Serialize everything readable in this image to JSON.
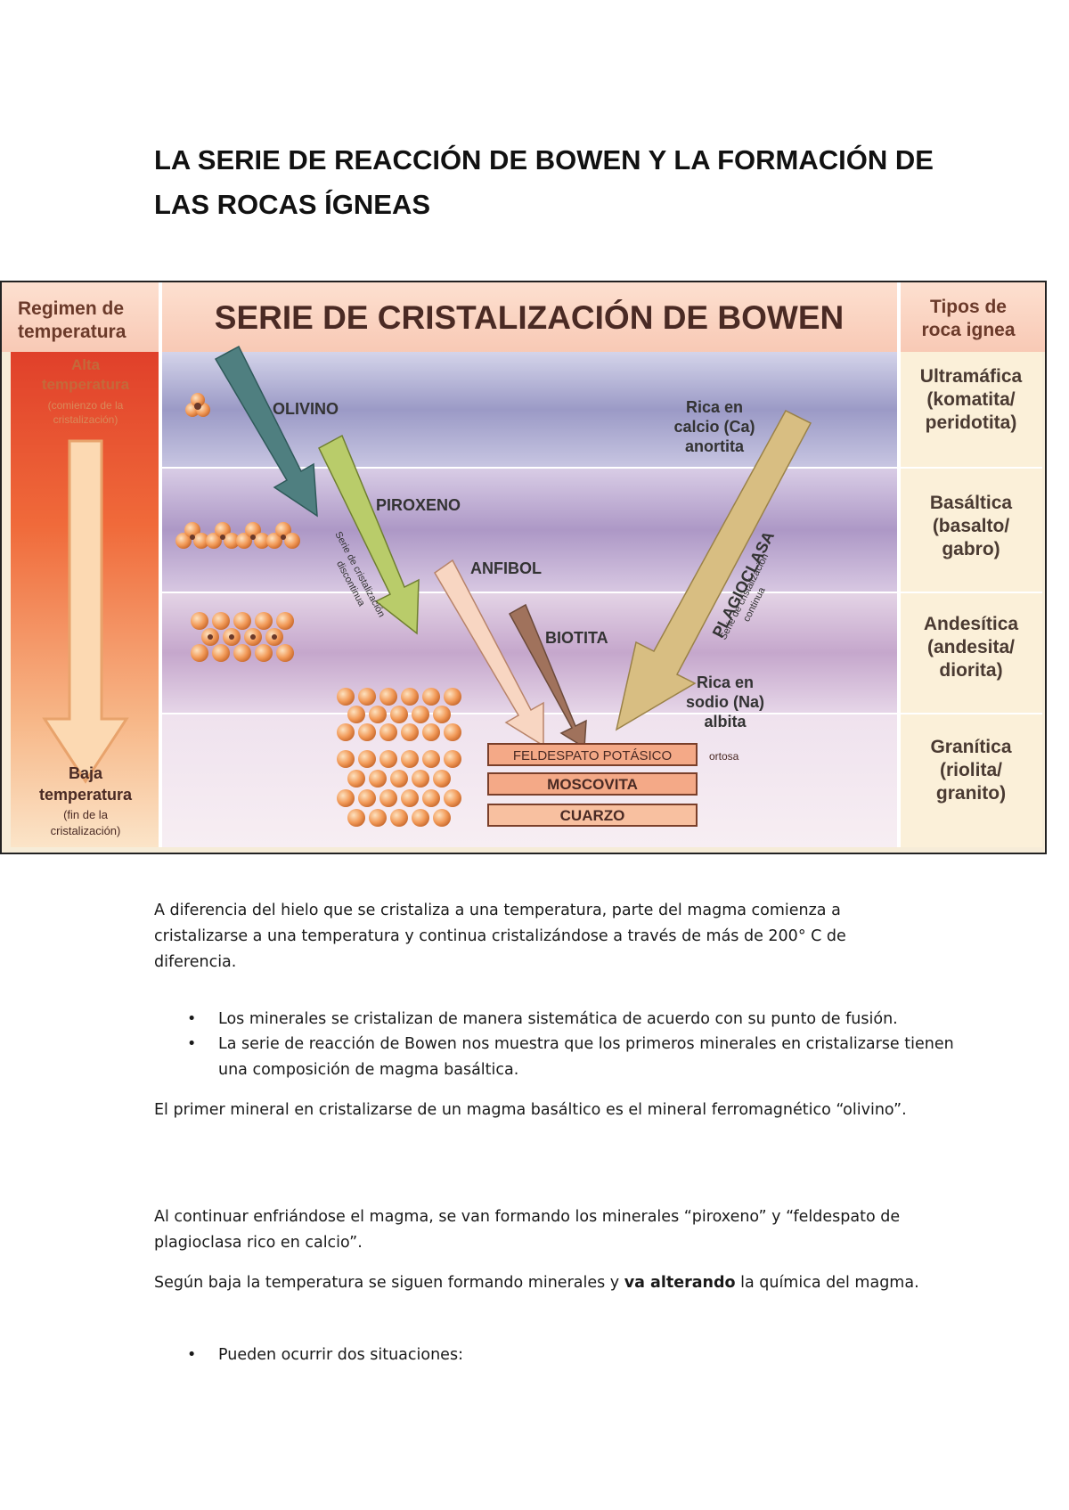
{
  "title": "LA SERIE DE REACCIÓN DE BOWEN Y LA FORMACIÓN DE LAS ROCAS ÍGNEAS",
  "figure": {
    "header_left": [
      "Regimen de",
      "temperatura"
    ],
    "header_main": "SERIE DE CRISTALIZACIÓN DE BOWEN",
    "header_right": [
      "Tipos de",
      "roca ignea"
    ],
    "high_temp": [
      "Alta",
      "temperatura"
    ],
    "high_temp_note": [
      "(comienzo de la",
      "cristalización)"
    ],
    "low_temp": [
      "Baja",
      "temperatura"
    ],
    "low_temp_note": [
      "(fin de la",
      "cristalización)"
    ],
    "minerals": {
      "olivino": "OLIVINO",
      "piroxeno": "PIROXENO",
      "anfibol": "ANFIBOL",
      "biotita": "BIOTITA",
      "calcium_rich": [
        "Rica en",
        "calcio (Ca)",
        "anortita"
      ],
      "sodium_rich": [
        "Rica en",
        "sodio (Na)",
        "albita"
      ],
      "plagioclasa": "PLAGIOCLASA",
      "discontinuous": [
        "Serie de cristalización",
        "discontinua"
      ],
      "continuous": [
        "Serie de cristalización",
        "continua"
      ],
      "feldespato": "FELDESPATO POTÁSICO",
      "ortosa": "ortosa",
      "moscovita": "MOSCOVITA",
      "cuarzo": "CUARZO"
    },
    "rock_types": [
      [
        "Ultramáfica",
        "(komatita/",
        "peridotita)"
      ],
      [
        "Basáltica",
        "(basalto/",
        "gabro)"
      ],
      [
        "Andesítica",
        "(andesita/",
        "diorita)"
      ],
      [
        "Granítica",
        "(riolita/",
        "granito)"
      ]
    ]
  },
  "paragraph1": "A diferencia del hielo que se cristaliza a una temperatura, parte del magma comienza a cristalizarse a una temperatura y continua cristalizándose a través de más de 200° C de diferencia.",
  "bullets1": [
    "Los minerales se cristalizan de manera sistemática de acuerdo con su punto de fusión.",
    "La serie de reacción de Bowen nos muestra que los primeros minerales en cristalizarse tienen una composición de magma basáltica."
  ],
  "paragraph2": "El primer mineral en cristalizarse de un magma basáltico es el mineral ferromagnético “olivino”.",
  "paragraph3": "Al continuar enfriándose el magma, se van formando los minerales “piroxeno” y “feldespato de plagioclasa rico en calcio”.",
  "paragraph4_a": "Según baja la temperatura se siguen formando minerales y ",
  "paragraph4_bold": "va alterando",
  "paragraph4_b": " la química del magma.",
  "bullet_final": "Pueden ocurrir dos situaciones:",
  "bullet_symbol": "•"
}
